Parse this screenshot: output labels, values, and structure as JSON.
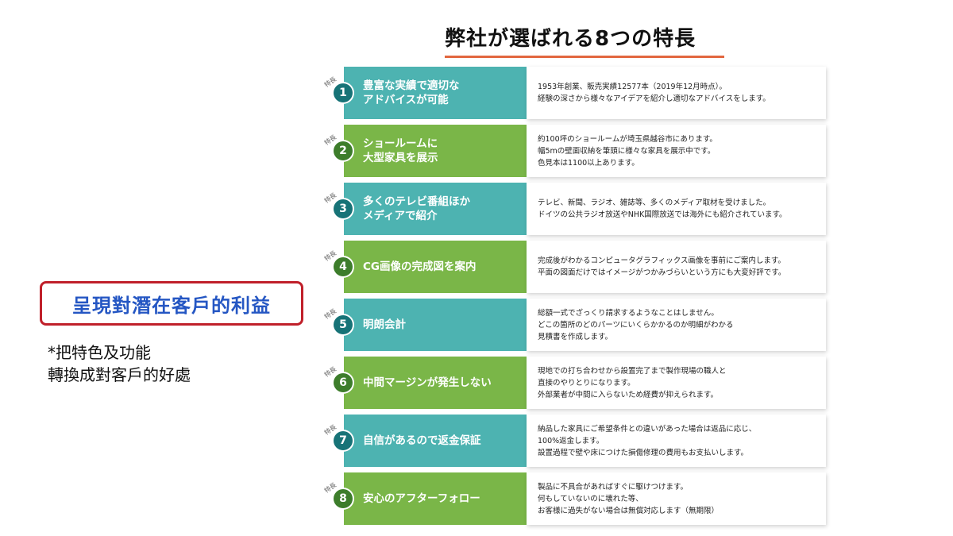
{
  "main_title": "弊社が選ばれる8つの特長",
  "feature_tag": "特長",
  "features": [
    {
      "number": "1",
      "label_lines": [
        "豊富な実績で適切な",
        "アドバイスが可能"
      ],
      "desc_lines": [
        "1953年創業、販売実績12577本（2019年12月時点）。",
        "経験の深さから様々なアイデアを紹介し適切なアドバイスをします。"
      ]
    },
    {
      "number": "2",
      "label_lines": [
        "ショールームに",
        "大型家具を展示"
      ],
      "desc_lines": [
        "約100坪のショールームが埼玉県越谷市にあります。",
        "幅5mの壁面収納を筆頭に様々な家具を展示中です。",
        "色見本は1100以上あります。"
      ]
    },
    {
      "number": "3",
      "label_lines": [
        "多くのテレビ番組ほか",
        "メディアで紹介"
      ],
      "desc_lines": [
        "テレビ、新聞、ラジオ、雑誌等、多くのメディア取材を受けました。",
        "ドイツの公共ラジオ放送やNHK国際放送では海外にも紹介されています。"
      ]
    },
    {
      "number": "4",
      "label_lines": [
        "CG画像の完成図を案内"
      ],
      "desc_lines": [
        "完成後がわかるコンピュータグラフィックス画像を事前にご案内します。",
        "平面の図面だけではイメージがつかみづらいという方にも大変好評です。"
      ]
    },
    {
      "number": "5",
      "label_lines": [
        "明朗会計"
      ],
      "desc_lines": [
        "総額一式でざっくり請求するようなことはしません。",
        "どこの箇所のどのパーツにいくらかかるのか明細がわかる",
        "見積書を作成します。"
      ]
    },
    {
      "number": "6",
      "label_lines": [
        "中間マージンが発生しない"
      ],
      "desc_lines": [
        "現地での打ち合わせから設置完了まで製作現場の職人と",
        "直接のやりとりになります。",
        "外部業者が中間に入らないため経費が抑えられます。"
      ]
    },
    {
      "number": "7",
      "label_lines": [
        "自信があるので返金保証"
      ],
      "desc_lines": [
        "納品した家具にご希望条件との違いがあった場合は返品に応じ、",
        "100%返金します。",
        "設置過程で壁や床につけた損傷修理の費用もお支払いします。"
      ]
    },
    {
      "number": "8",
      "label_lines": [
        "安心のアフターフォロー"
      ],
      "desc_lines": [
        "製品に不具合があればすぐに駆けつけます。",
        "何もしていないのに壊れた等、",
        "お客様に過失がない場合は無償対応します（無期限）"
      ]
    }
  ],
  "benefit_box": "呈現對潛在客戶的利益",
  "note_lines": [
    "*把特色及功能",
    "轉換成對客戶的好處"
  ],
  "colors": {
    "teal": "#4db3b1",
    "green": "#7ab648",
    "accent": "#e2673f",
    "benefit_border": "#c0202a",
    "benefit_text": "#2456c3"
  }
}
